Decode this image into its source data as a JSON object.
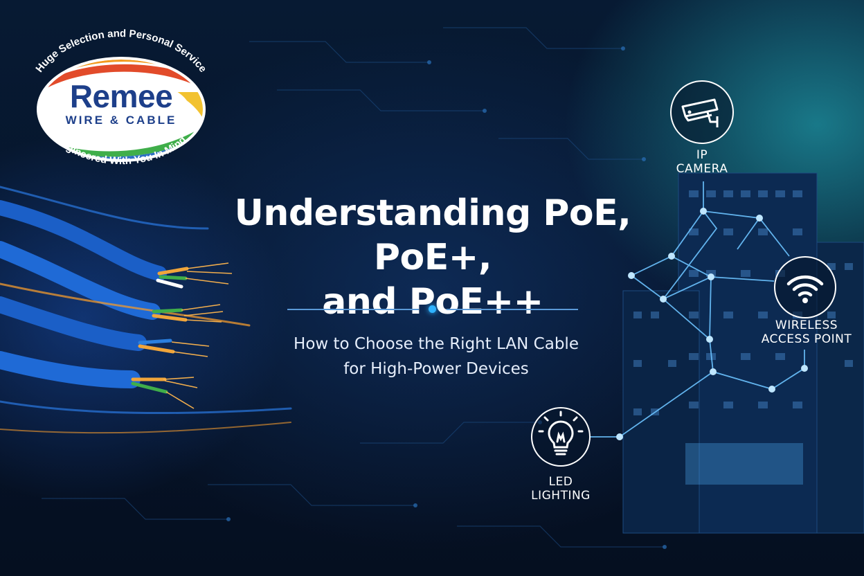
{
  "logo": {
    "name": "Remee",
    "subname": "WIRE & CABLE",
    "tagline_top": "Huge Selection and Personal Service",
    "tagline_bottom": "Engineered With You In Mind"
  },
  "headline": {
    "line1": "Understanding PoE, PoE+,",
    "line2": "and PoE++"
  },
  "subtitle": {
    "line1": "How to Choose the Right LAN Cable",
    "line2": "for High-Power Devices"
  },
  "devices": {
    "ip_camera": {
      "line1": "IP",
      "line2": "CAMERA",
      "icon": "security-camera-icon"
    },
    "access_point": {
      "line1": "WIRELESS",
      "line2": "ACCESS POINT",
      "icon": "wifi-icon"
    },
    "led_lighting": {
      "line1": "LED",
      "line2": "LIGHTING",
      "icon": "light-bulb-icon"
    }
  },
  "colors": {
    "background": "#061326",
    "accent_blue": "#2fb3ff",
    "logo_blue": "#1d3f8a",
    "teal_glow": "#28c8d2"
  }
}
